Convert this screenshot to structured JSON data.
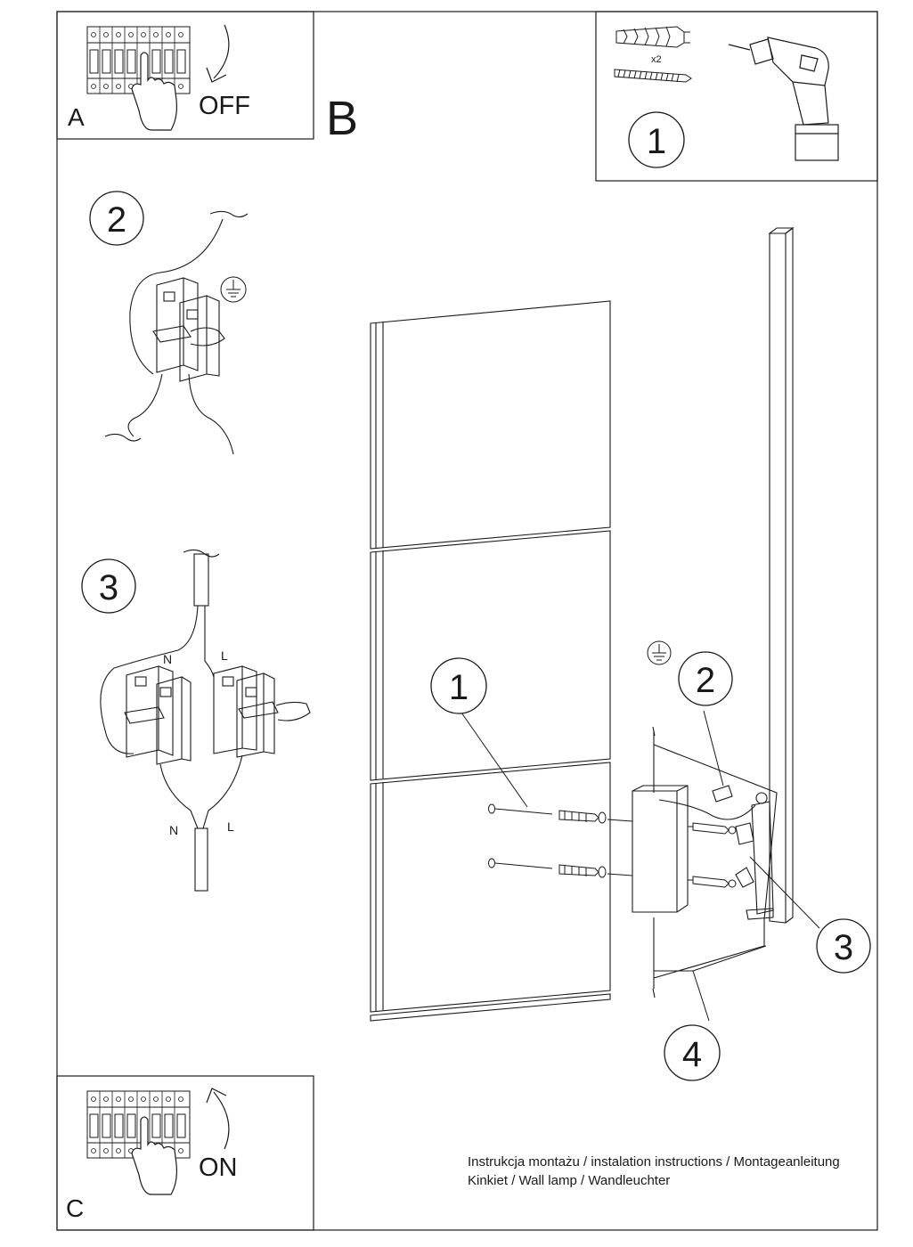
{
  "panels": {
    "a": {
      "letter": "A",
      "action": "OFF"
    },
    "b": {
      "letter": "B"
    },
    "c": {
      "letter": "C",
      "action": "ON"
    }
  },
  "tools": {
    "step": "1",
    "quantity": "x2"
  },
  "wiring": {
    "step2": "2",
    "step3": "3",
    "neutral_top": "N",
    "live_top": "L",
    "neutral_bottom": "N",
    "live_bottom": "L"
  },
  "assembly": {
    "step1": "1",
    "step2": "2",
    "step3": "3",
    "step4": "4"
  },
  "footer": {
    "line1": "Instrukcja montażu / instalation instructions / Montageanleitung",
    "line2": "Kinkiet / Wall lamp / Wandleuchter"
  },
  "colors": {
    "line": "#1a1a1a",
    "background": "#ffffff"
  }
}
